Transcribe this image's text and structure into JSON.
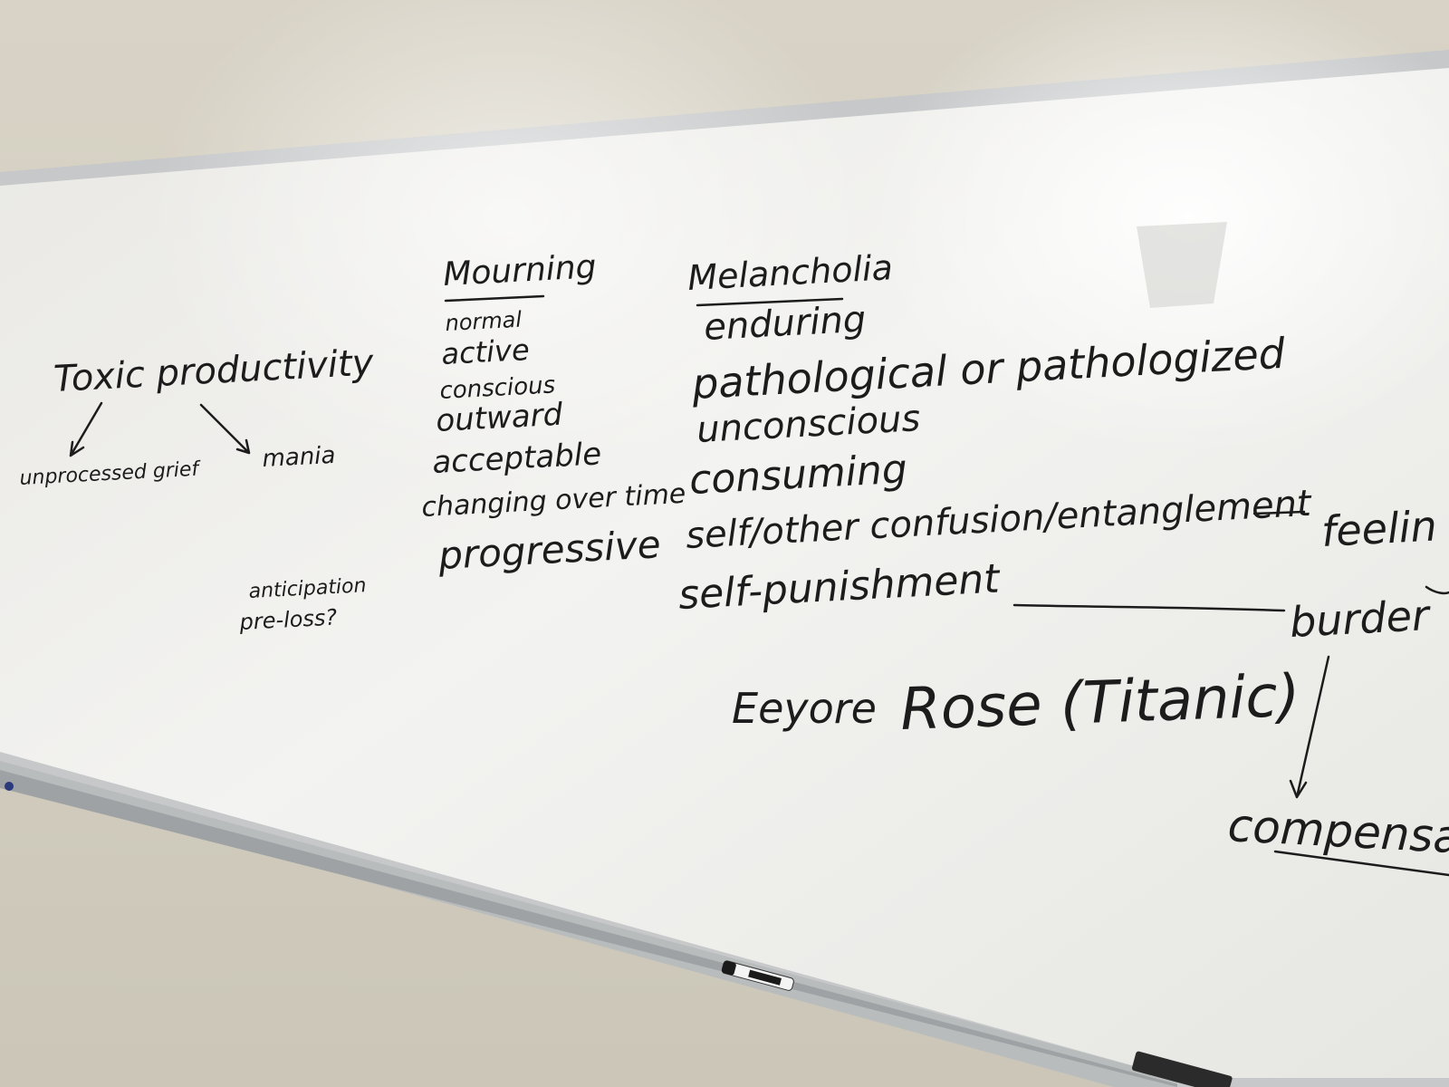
{
  "board": {
    "left_cluster": {
      "toxic_productivity": "Toxic productivity",
      "unprocessed_grief": "unprocessed grief",
      "mania": "mania",
      "anticipation": "anticipation",
      "pre_loss": "pre-loss?"
    },
    "mourning": {
      "heading": "Mourning",
      "items": [
        "normal",
        "active",
        "conscious",
        "outward",
        "acceptable",
        "changing over time",
        "progressive"
      ]
    },
    "melancholia": {
      "heading": "Melancholia",
      "items": [
        "enduring",
        "pathological or pathologized",
        "unconscious",
        "consuming",
        "self/other confusion/entanglement",
        "self-punishment"
      ]
    },
    "right_notes": {
      "feeling": "feelin",
      "burden": "burder",
      "compensat": "compensat"
    },
    "examples": {
      "eeyore": "Eeyore",
      "rose": "Rose (Titanic)"
    }
  },
  "colors": {
    "ink": "#1c1c1c",
    "board": "#f1f1ee",
    "frame": "#c9cbcc",
    "wall": "#d4cfc2"
  }
}
